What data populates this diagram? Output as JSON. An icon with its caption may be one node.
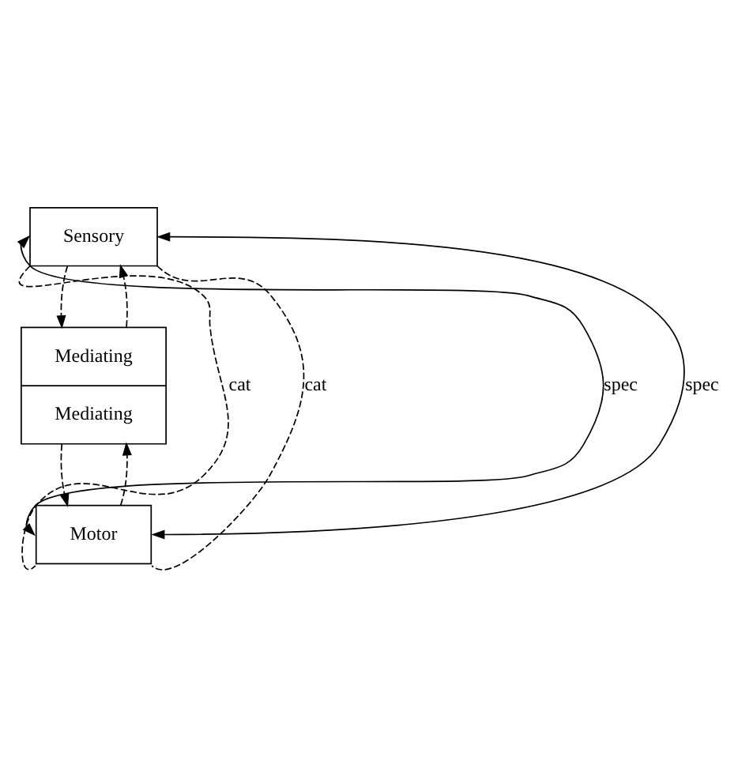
{
  "diagram": {
    "nodes": [
      {
        "text": [
          "Sensory"
        ]
      },
      {
        "text": [
          "Mediating",
          "Mediating"
        ]
      },
      {
        "text": [
          "Motor"
        ]
      }
    ],
    "edges": [
      {
        "from": 1,
        "to": 0,
        "arrow": "to",
        "style": "dashed"
      },
      {
        "from": 0,
        "to": 1,
        "arrow": "to",
        "style": "dashed"
      },
      {
        "from": 2,
        "to": 1,
        "arrow": "to",
        "style": "dashed"
      },
      {
        "from": 1,
        "to": 2,
        "arrow": "to",
        "style": "dashed"
      },
      {
        "from": 2,
        "to": 0,
        "arrow": "both",
        "label": "spec"
      },
      {
        "from": 2,
        "to": 0,
        "arrow": "both",
        "label": "spec"
      },
      {
        "from": 0,
        "to": 2,
        "arrow": "none",
        "label": "cat",
        "style": "dashed"
      },
      {
        "from": 0,
        "to": 2,
        "arrow": "none",
        "label": "cat",
        "style": "dashed"
      }
    ]
  }
}
